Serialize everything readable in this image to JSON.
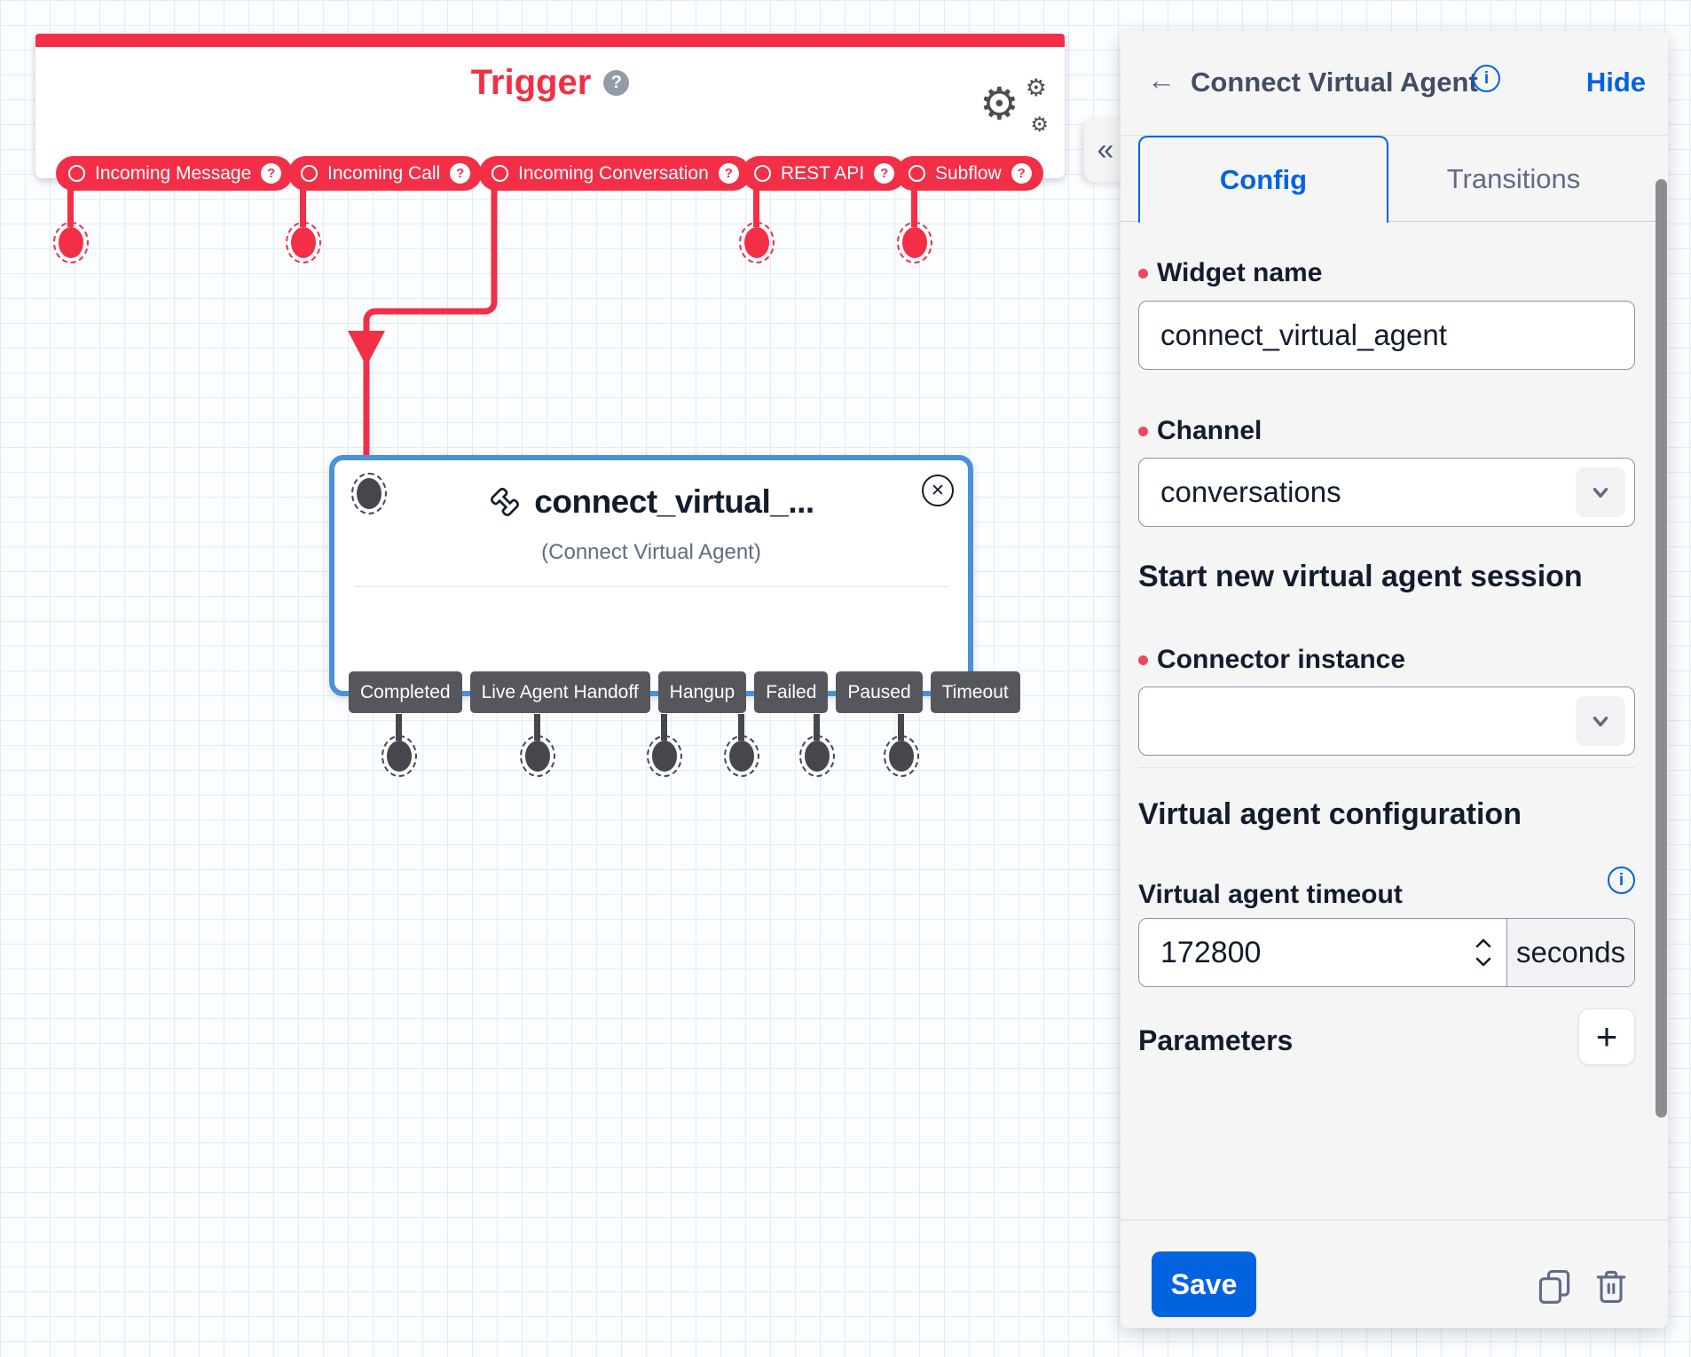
{
  "colors": {
    "accent_red": "#f22f46",
    "accent_blue": "#0263e0",
    "node_selected_border": "#4a91d9",
    "text_dark": "#121c2d",
    "text_gray": "#606b85"
  },
  "canvas": {
    "trigger": {
      "title": "Trigger",
      "pills": [
        {
          "label": "Incoming Message"
        },
        {
          "label": "Incoming Call"
        },
        {
          "label": "Incoming Conversation"
        },
        {
          "label": "REST API"
        },
        {
          "label": "Subflow"
        }
      ]
    },
    "node": {
      "title": "connect_virtual_...",
      "subtitle": "(Connect Virtual Agent)",
      "transitions": [
        {
          "label": "Completed"
        },
        {
          "label": "Live Agent Handoff"
        },
        {
          "label": "Hangup"
        },
        {
          "label": "Failed"
        },
        {
          "label": "Paused"
        },
        {
          "label": "Timeout"
        }
      ]
    }
  },
  "panel": {
    "title": "Connect Virtual Agent",
    "hide_label": "Hide",
    "tabs": {
      "config": "Config",
      "transitions": "Transitions"
    },
    "widget_name": {
      "label": "Widget name",
      "value": "connect_virtual_agent"
    },
    "channel": {
      "label": "Channel",
      "value": "conversations"
    },
    "session_heading": "Start new virtual agent session",
    "connector_instance": {
      "label": "Connector instance",
      "value": ""
    },
    "va_heading": "Virtual agent configuration",
    "timeout": {
      "label": "Virtual agent timeout",
      "value": "172800",
      "unit": "seconds"
    },
    "parameters_label": "Parameters",
    "save_label": "Save"
  }
}
